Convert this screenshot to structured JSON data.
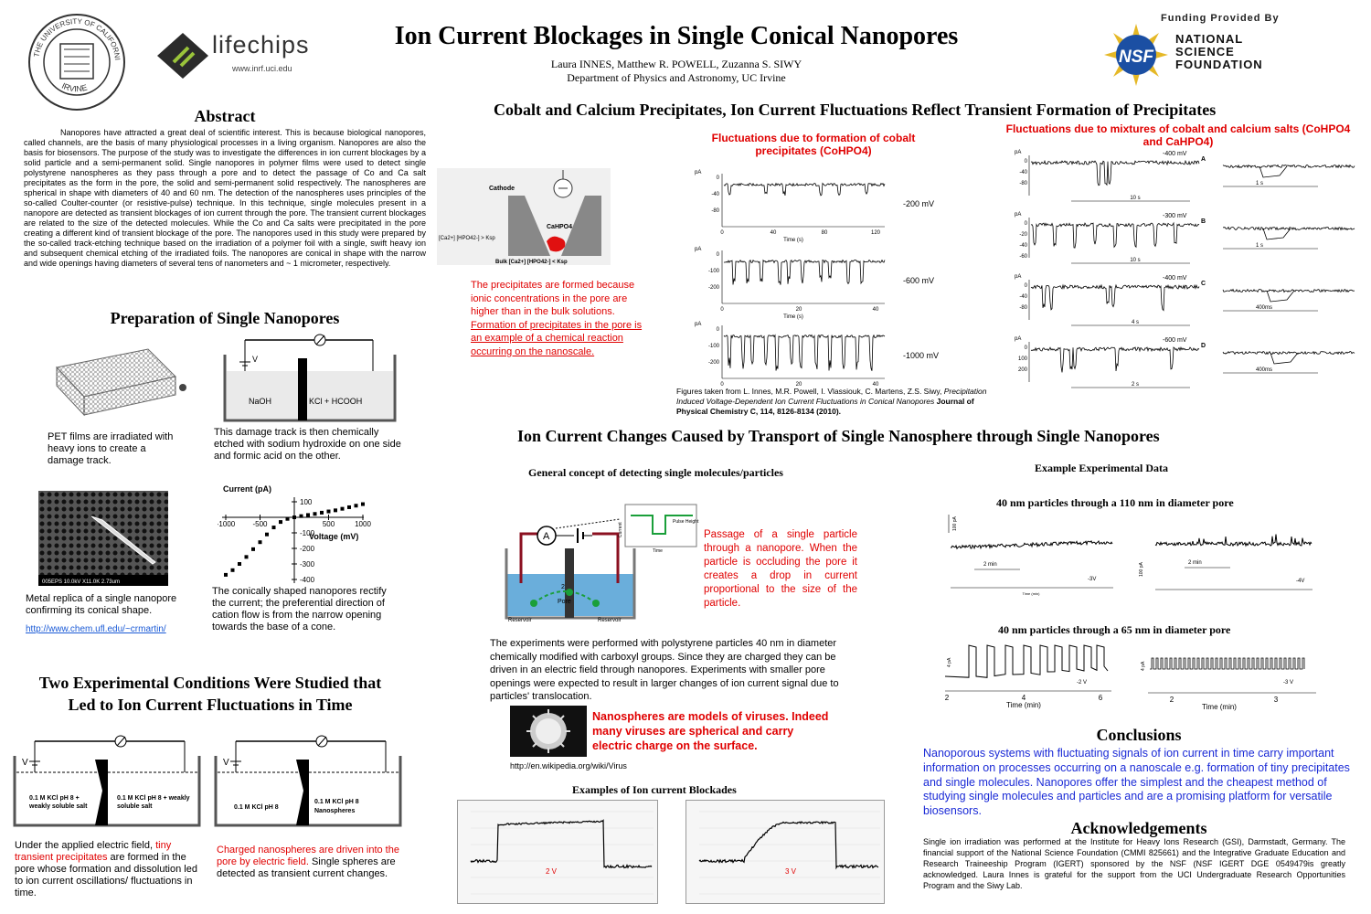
{
  "header": {
    "title": "Ion Current Blockages in Single Conical Nanopores",
    "authors": "Laura INNES, Matthew R. POWELL, Zuzanna S. SIWY",
    "affiliation": "Department of Physics and Astronomy, UC Irvine",
    "ucseal_top": "THE UNIVERSITY OF CALIFORNIA",
    "ucseal_bottom": "IRVINE",
    "lifechips_name": "lifechips",
    "lifechips_url": "www.inrf.uci.edu",
    "funding_label": "Funding Provided By",
    "nsf_short": "NSF",
    "nsf_line1": "NATIONAL",
    "nsf_line2": "SCIENCE",
    "nsf_line3": "FOUNDATION"
  },
  "abstract": {
    "heading": "Abstract",
    "text": "Nanopores have attracted a great deal of scientific interest. This is because biological nanopores, called channels, are the basis of many physiological processes in a living organism. Nanopores are also the basis for biosensors. The purpose of the study was to investigate the differences in ion current blockages by a solid particle and a semi-permanent solid. Single nanopores in polymer films were used to detect single polystyrene nanospheres as they pass through a pore and to detect the passage of Co and Ca salt precipitates as the form in the pore, the solid and semi-permanent solid respectively. The nanospheres are spherical in shape with diameters of 40 and 60 nm. The detection of the nanospheres uses principles of the so-called Coulter-counter (or resistive-pulse) technique. In this technique, single molecules present in a nanopore are detected as transient blockages of ion current through the pore. The transient current blockages are related to the size of the detected molecules. While the Co and Ca salts were precipitated in the pore creating a different kind of transient blockage of the pore. The nanopores used in this study were prepared by the so-called track-etching technique based on the irradiation of a polymer foil with a single, swift heavy ion and subsequent chemical etching of the irradiated foils. The nanopores are conical in shape with the narrow and wide openings having diameters of several tens of nanometers and ~ 1 micrometer, respectively."
  },
  "preparation": {
    "heading": "Preparation of Single Nanopores",
    "pet_caption": "PET films are irradiated with heavy ions to create a damage track.",
    "etch_caption": "This damage track is then chemically etched with sodium hydroxide on one side and formic acid on the other.",
    "cell_left": "NaOH",
    "cell_right": "KCl + HCOOH",
    "cell_v": "V",
    "replica_caption": "Metal replica of a single nanopore confirming its conical shape.",
    "replica_link": "http://www.chem.ufl.edu/~crmartin/",
    "sem_label": "005EPS 10.0kV X11.0K 2.73um",
    "iv_caption": "The conically shaped nanopores rectify the current; the preferential direction of cation flow is from the narrow opening towards the base of a cone.",
    "iv_ylabel": "Current (pA)",
    "iv_xlabel": "Voltage (mV)",
    "iv_yticks": [
      "100",
      "-100",
      "-200",
      "-300",
      "-400"
    ],
    "iv_xticks": [
      "-1000",
      "-500",
      "500",
      "1000"
    ]
  },
  "iv_data": {
    "points": [
      [
        -1000,
        -370
      ],
      [
        -900,
        -340
      ],
      [
        -800,
        -300
      ],
      [
        -700,
        -255
      ],
      [
        -600,
        -205
      ],
      [
        -500,
        -160
      ],
      [
        -400,
        -110
      ],
      [
        -300,
        -65
      ],
      [
        -200,
        -30
      ],
      [
        -100,
        -10
      ],
      [
        0,
        0
      ],
      [
        100,
        8
      ],
      [
        200,
        15
      ],
      [
        300,
        22
      ],
      [
        400,
        30
      ],
      [
        500,
        38
      ],
      [
        600,
        45
      ],
      [
        700,
        55
      ],
      [
        800,
        65
      ],
      [
        900,
        75
      ],
      [
        1000,
        85
      ]
    ]
  },
  "conditions": {
    "heading": "Two Experimental Conditions Were Studied that Led to Ion Current Fluctuations in Time",
    "cell1_left": "0.1 M KCl pH 8 + weakly soluble salt",
    "cell1_right": "0.1 M KCl pH 8 + weakly soluble salt",
    "cell2_left": "0.1 M KCl pH 8",
    "cell2_right": "0.1 M KCl pH 8 Nanospheres",
    "cell_v": "V",
    "caption1_a": "Under the applied electric field, ",
    "caption1_red": "tiny transient precipitates",
    "caption1_b": " are formed in the pore whose formation and dissolution led to ion current oscillations/ fluctuations in time.",
    "caption2_red": "Charged nanospheres are driven into the pore by electric field.",
    "caption2_b": " Single spheres are detected as transient current changes."
  },
  "precip": {
    "heading": "Cobalt and Calcium Precipitates, Ion Current Fluctuations Reflect Transient Formation of Precipitates",
    "cobalt_title": "Fluctuations due to formation of cobalt precipitates (CoHPO4)",
    "mix_title": "Fluctuations due to mixtures of cobalt and calcium salts (CoHPO4 and CaHPO4)",
    "cathode": "Cathode",
    "conc_left": "[Ca2+] [HPO42-] > Ksp",
    "precip_label": "CaHPO4",
    "bulk": "Bulk [Ca2+] [HPO42-] < Ksp",
    "text_plain": "The precipitates are formed because ionic concentrations in the pore are higher than in the bulk solutions. ",
    "text_underline": "Formation of precipitates in the pore is an example of a chemical reaction occurring on the nanoscale.",
    "voltages": [
      "-200 mV",
      "-600 mV",
      "-1000 mV"
    ],
    "time_label": "Time (s)",
    "pa_label": "pA",
    "mix_voltages": [
      "-400 mV",
      "-300 mV",
      "-400 mV",
      "-600 mV"
    ],
    "mix_letters": [
      "A",
      "B",
      "C",
      "D"
    ],
    "mix_scales": [
      "10 s",
      "10 s",
      "4 s",
      "2 s"
    ],
    "zoom_scales": [
      "1 s",
      "1 s",
      "400ms",
      "400ms"
    ],
    "citation_a": "Figures taken from L. Innes, M.R. Powell, I. Vlassiouk, C. Martens, Z.S. Siwy, ",
    "citation_i": "Precipitation Induced Voltage-Dependent Ion Current Fluctuations in Conical Nanopores",
    "citation_b": " Journal of Physical Chemistry C, 114, 8126-8134 (2010)."
  },
  "transport": {
    "heading": "Ion Current Changes Caused by Transport of Single Nanosphere through Single Nanopores",
    "concept_heading": "General concept of detecting single molecules/particles",
    "example_heading": "Example Experimental Data",
    "reservoir_l": "Reservoir",
    "reservoir_r": "Reservoir",
    "pore": "Pore",
    "ammeter": "A",
    "pulse_label": "Pulse Height",
    "current_axis": "Current",
    "time_axis": "Time",
    "concept_text": "Passage of a single particle through a nanopore. When the particle is occluding the pore it creates a drop in current proportional to the size of the particle.",
    "experiment_text": "The experiments were performed with polystyrene particles 40 nm in diameter chemically modified with carboxyl groups. Since they are charged they can be driven in an electric field through nanopores. Experiments with smaller pore openings were expected to result in larger changes of ion current signal due to particles' translocation.",
    "virus_text": "Nanospheres are models of viruses. Indeed many viruses are spherical and carry electric charge on the surface.",
    "virus_link": "http://en.wikipedia.org/wiki/Virus",
    "blockades_heading": "Examples of Ion current Blockades",
    "blockade_v1": "2 V",
    "blockade_v2": "3 V",
    "pore110_heading": "40 nm particles through a 110 nm in diameter pore",
    "pore65_heading": "40 nm particles through a 65 nm in diameter pore",
    "scale_pa": "100 pA",
    "scale_2min": "2 min",
    "scale_4pa": "4 pA",
    "v_3": "-3V",
    "v_4": "-4V",
    "v_2": "-2 V",
    "v_3b": "-3 V",
    "time_min": "Time (min)",
    "ticks_a": [
      "2",
      "4",
      "6"
    ],
    "ticks_b": [
      "2",
      "3"
    ]
  },
  "conclusions": {
    "heading": "Conclusions",
    "text": "Nanoporous systems with fluctuating signals of ion current in time carry important information on processes occurring on a nanoscale e.g. formation of tiny precipitates and single molecules. Nanopores offer the simplest and the cheapest method of studying single molecules and particles and are a promising platform for versatile biosensors."
  },
  "acknowledgements": {
    "heading": "Acknowledgements",
    "text": "Single ion irradiation was performed at the Institute for Heavy Ions Research (GSI), Darmstadt, Germany. The financial support of the National Science Foundation (CMMI 825661) and the Integrative Graduate Education and Research Traineeship Program (IGERT) sponsored by the NSF (NSF IGERT DGE 0549479is greatly acknowledged. Laura Innes is grateful for the support from the UCI Undergraduate Research Opportunities Program and the Siwy Lab."
  }
}
